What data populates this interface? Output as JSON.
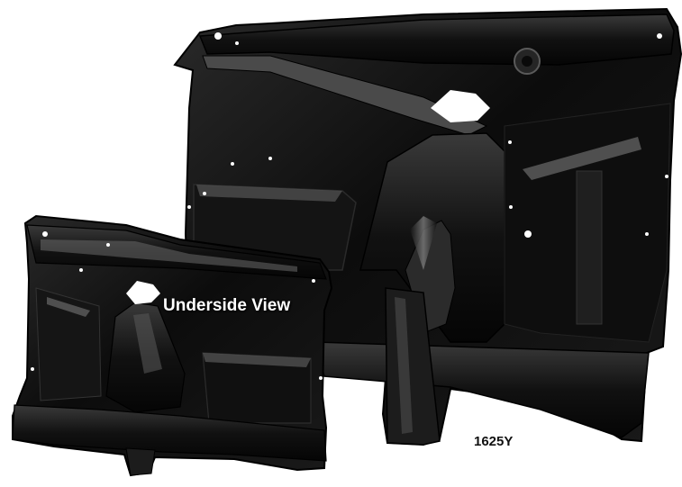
{
  "image": {
    "subject": "black-metal-inner-fender-panel",
    "colors": {
      "background": "#ffffff",
      "metal_dark": "#0b0b0b",
      "metal_mid": "#1e1e1e",
      "metal_highlight": "#6a6a6a",
      "label_text_light": "#ffffff",
      "label_text_dark": "#111111"
    }
  },
  "labels": {
    "underside_view": "Underside View",
    "part_number": "1625Y"
  }
}
